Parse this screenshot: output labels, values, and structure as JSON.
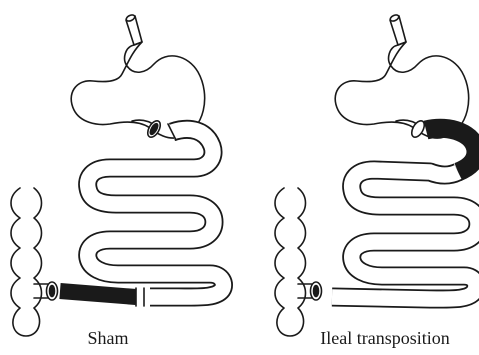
{
  "panels": [
    {
      "id": "sham",
      "label": "Sham"
    },
    {
      "id": "ileal",
      "label": "Ileal transposition"
    }
  ],
  "colors": {
    "outline": "#1a1a1a",
    "segment": "#1a1a1a",
    "background": "#ffffff"
  }
}
